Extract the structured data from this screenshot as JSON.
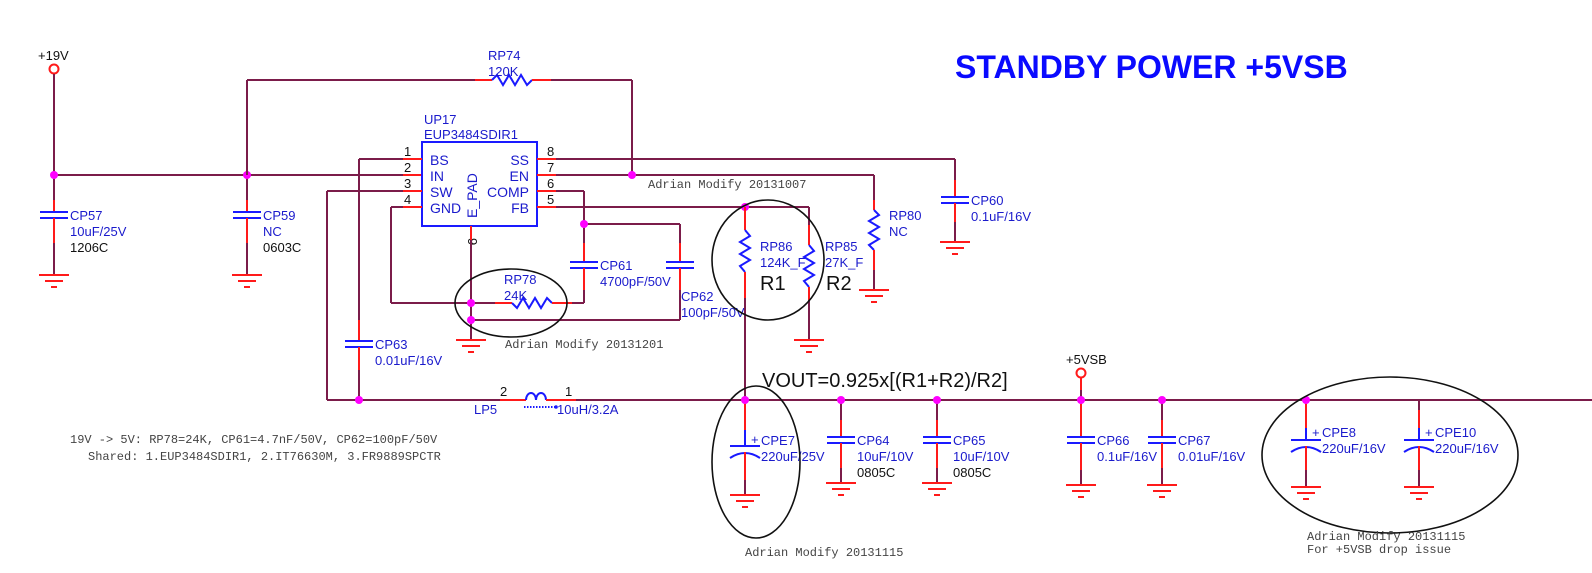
{
  "title": "STANDBY POWER +5VSB",
  "colors": {
    "wire": "#7b1c4a",
    "pin": "#ff1a1a",
    "part": "#1a1aff",
    "junction": "#ff00ff",
    "title": "#0a0aff"
  },
  "ports": {
    "vin": "+19V",
    "vout": "+5VSB"
  },
  "ic": {
    "ref": "UP17",
    "part": "EUP3484SDIR1",
    "left_pins": [
      {
        "num": "1",
        "name": "BS"
      },
      {
        "num": "2",
        "name": "IN"
      },
      {
        "num": "3",
        "name": "SW"
      },
      {
        "num": "4",
        "name": "GND"
      }
    ],
    "right_pins": [
      {
        "num": "8",
        "name": "SS"
      },
      {
        "num": "7",
        "name": "EN"
      },
      {
        "num": "6",
        "name": "COMP"
      },
      {
        "num": "5",
        "name": "FB"
      }
    ],
    "pad": {
      "num": "9",
      "name": "E_PAD"
    }
  },
  "components": {
    "cp57": {
      "ref": "CP57",
      "value": "10uF/25V",
      "pkg": "1206C"
    },
    "cp59": {
      "ref": "CP59",
      "value": "NC",
      "pkg": "0603C"
    },
    "rp74": {
      "ref": "RP74",
      "value": "120K"
    },
    "cp60": {
      "ref": "CP60",
      "value": "0.1uF/16V"
    },
    "rp80": {
      "ref": "RP80",
      "value": "NC"
    },
    "rp86": {
      "ref": "RP86",
      "value": "124K_F",
      "alias": "R1"
    },
    "rp85": {
      "ref": "RP85",
      "value": "27K_F",
      "alias": "R2"
    },
    "cp61": {
      "ref": "CP61",
      "value": "4700pF/50V"
    },
    "cp62": {
      "ref": "CP62",
      "value": "100pF/50V"
    },
    "rp78": {
      "ref": "RP78",
      "value": "24K"
    },
    "cp63": {
      "ref": "CP63",
      "value": "0.01uF/16V"
    },
    "lp5": {
      "ref": "LP5",
      "value": "10uH/3.2A",
      "pin_a": "2",
      "pin_b": "1"
    },
    "cpe7": {
      "ref": "CPE7",
      "value": "220uF/25V"
    },
    "cp64": {
      "ref": "CP64",
      "value": "10uF/10V",
      "pkg": "0805C"
    },
    "cp65": {
      "ref": "CP65",
      "value": "10uF/10V",
      "pkg": "0805C"
    },
    "cp66": {
      "ref": "CP66",
      "value": "0.1uF/16V"
    },
    "cp67": {
      "ref": "CP67",
      "value": "0.01uF/16V"
    },
    "cpe8": {
      "ref": "CPE8",
      "value": "220uF/16V"
    },
    "cpe10": {
      "ref": "CPE10",
      "value": "220uF/16V"
    }
  },
  "formula": "VOUT=0.925x[(R1+R2)/R2]",
  "notes": {
    "modify_20131007": "Adrian Modify 20131007",
    "modify_20131201": "Adrian Modify 20131201",
    "modify_20131115_a": "Adrian Modify 20131115",
    "modify_20131115_b": "Adrian Modify 20131115",
    "drop_issue": "For +5VSB drop issue",
    "config_line1": "19V -> 5V: RP78=24K, CP61=4.7nF/50V, CP62=100pF/50V",
    "config_line2": "Shared: 1.EUP3484SDIR1, 2.IT76630M, 3.FR9889SPCTR"
  },
  "plus_sign": "+"
}
